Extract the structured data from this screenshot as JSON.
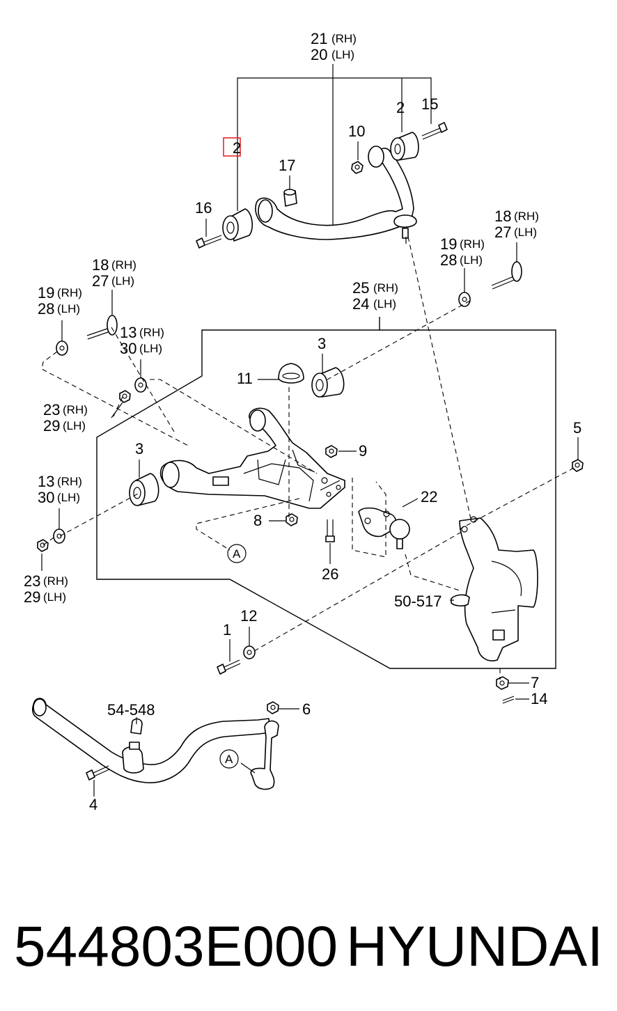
{
  "callouts": {
    "c21": "21",
    "c21s": "(RH)",
    "c20": "20",
    "c20s": "(LH)",
    "c2a": "2",
    "c15": "15",
    "c2b": "2",
    "c10": "10",
    "c17": "17",
    "c16": "16",
    "c18a": "18",
    "c18as": "(RH)",
    "c27a": "27",
    "c27as": "(LH)",
    "c19a": "19",
    "c19as": "(RH)",
    "c28a": "28",
    "c28as": "(LH)",
    "c18b": "18",
    "c18bs": "(RH)",
    "c27b": "27",
    "c27bs": "(LH)",
    "c19b": "19",
    "c19bs": "(RH)",
    "c28b": "28",
    "c28bs": "(LH)",
    "c25": "25",
    "c25s": "(RH)",
    "c24": "24",
    "c24s": "(LH)",
    "c13a": "13",
    "c13as": "(RH)",
    "c30a": "30",
    "c30as": "(LH)",
    "c3a": "3",
    "c11": "11",
    "c23a": "23",
    "c23as": "(RH)",
    "c29a": "29",
    "c29as": "(LH)",
    "c9": "9",
    "c5": "5",
    "c3b": "3",
    "c22": "22",
    "c13b": "13",
    "c13bs": "(RH)",
    "c30b": "30",
    "c30bs": "(LH)",
    "c8": "8",
    "cA1": "A",
    "c26": "26",
    "c23b": "23",
    "c23bs": "(RH)",
    "c29b": "29",
    "c29bs": "(LH)",
    "c50517": "50-517",
    "c1": "1",
    "c12": "12",
    "c7": "7",
    "c14": "14",
    "c54548": "54-548",
    "c6": "6",
    "cA2": "A",
    "c4": "4"
  },
  "highlight_color": "#e8262d",
  "part_number": "544803E000",
  "brand": "HYUNDAI"
}
